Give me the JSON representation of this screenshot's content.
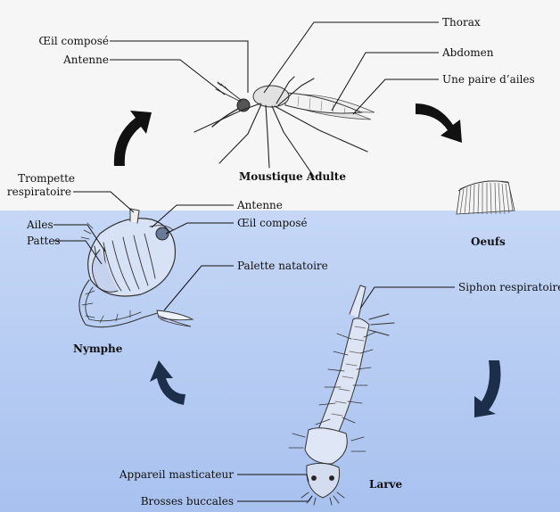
{
  "stages": {
    "adult": "Moustique Adulte",
    "eggs": "Oeufs",
    "larva": "Larve",
    "pupa": "Nymphe"
  },
  "labels": {
    "thorax": "Thorax",
    "abdomen": "Abdomen",
    "wings_pair": "Une paire d’ailes",
    "compound_eye_adult": "Œil composé",
    "antenna_adult": "Antenne",
    "respiratory_trumpet_1": "Trompette",
    "respiratory_trumpet_2": "respiratoire",
    "antenna_pupa": "Antenne",
    "compound_eye_pupa": "Œil composé",
    "wings_pupa": "Ailes",
    "legs_pupa": "Pattes",
    "paddle": "Palette natatoire",
    "siphon": "Siphon respiratoire",
    "mouthparts": "Appareil masticateur",
    "mouth_brushes": "Brosses buccales"
  },
  "colors": {
    "water_top": "#c6d7f6",
    "water_bottom": "#a8c1ef",
    "arrow": "#111111",
    "arrow_water": "#1d2e4a"
  }
}
